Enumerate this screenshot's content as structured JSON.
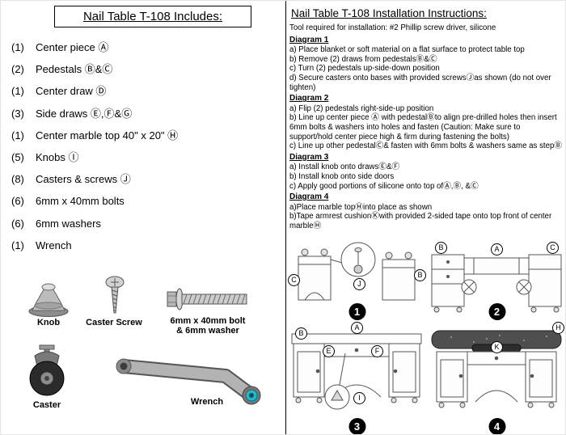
{
  "left": {
    "title": "Nail Table T-108  Includes:",
    "items": [
      {
        "qty": "(1)",
        "text": "Center piece Ⓐ"
      },
      {
        "qty": "(2)",
        "text": "Pedestals Ⓑ&Ⓒ"
      },
      {
        "qty": "(1)",
        "text": "Center draw Ⓓ"
      },
      {
        "qty": "(3)",
        "text": "Side draws Ⓔ,Ⓕ&Ⓖ"
      },
      {
        "qty": "(1)",
        "text": "Center marble top 40\" x 20\" Ⓗ"
      },
      {
        "qty": "(5)",
        "text": "Knobs Ⓘ"
      },
      {
        "qty": "(8)",
        "text": "Casters & screws Ⓙ"
      },
      {
        "qty": "(6)",
        "text": "6mm x 40mm bolts"
      },
      {
        "qty": "(6)",
        "text": "6mm washers"
      },
      {
        "qty": "(1)",
        "text": "Wrench"
      }
    ],
    "parts": {
      "knob_label": "Knob",
      "caster_screw_label": "Caster Screw",
      "bolt_label_line1": "6mm x 40mm bolt",
      "bolt_label_line2": "& 6mm washer",
      "caster_label": "Caster",
      "wrench_label": "Wrench"
    }
  },
  "right": {
    "title": "Nail Table T-108 Installation Instructions:",
    "tool_note": "Tool required for installation:  #2 Phillip screw driver, silicone",
    "sections": [
      {
        "heading": "Diagram 1",
        "lines": [
          "a) Place blanket or soft material on a flat surface to protect table top",
          "b) Remove (2) draws from pedestalsⒷ&Ⓒ",
          "c) Turn (2) pedestals up-side-down position",
          "d) Secure casters onto bases with provided screwsⒿas shown (do not over tighten)"
        ]
      },
      {
        "heading": "Diagram 2",
        "lines": [
          "a) Flip (2) pedestals right-side-up position",
          "b) Line up center piece Ⓐ with pedestalⒷto align pre-drilled holes then insert 6mm bolts & washers into holes and fasten (Caution: Make sure to support/hold center piece high & firm during fastening the bolts)",
          "c) Line up other pedestalⒸ& fasten with 6mm bolts & washers same as stepⒷ"
        ]
      },
      {
        "heading": "Diagram 3",
        "lines": [
          "a) Install knob onto drawsⒺ&Ⓕ",
          "b) Install knob onto side doors",
          "c) Apply good portions of silicone onto top ofⒶ,Ⓑ, &Ⓒ"
        ]
      },
      {
        "heading": "Diagram 4",
        "lines": [
          "a)Place marble topⒽinto place as shown",
          "b)Tape armrest cushionⓀwith provided 2-sided tape onto top front of center marbleⒽ"
        ]
      }
    ],
    "diagrams": [
      {
        "number": "1",
        "letters": [
          "J",
          "B",
          "C"
        ]
      },
      {
        "number": "2",
        "letters": [
          "A",
          "B",
          "C"
        ]
      },
      {
        "number": "3",
        "letters": [
          "A",
          "B",
          "E",
          "F",
          "I"
        ]
      },
      {
        "number": "4",
        "letters": [
          "H",
          "K"
        ]
      }
    ]
  }
}
